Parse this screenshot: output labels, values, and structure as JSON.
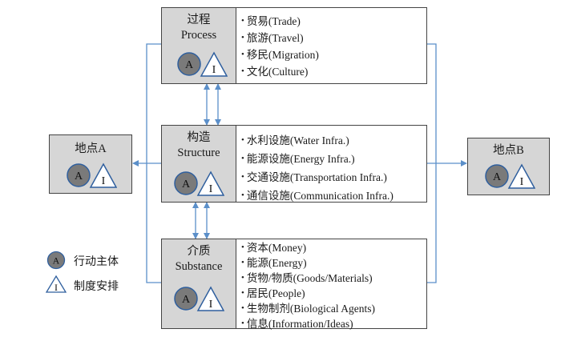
{
  "process": {
    "title_cn": "过程",
    "title_en": "Process",
    "items": [
      "贸易(Trade)",
      "旅游(Travel)",
      "移民(Migration)",
      "文化(Culture)"
    ]
  },
  "structure": {
    "title_cn": "构造",
    "title_en": "Structure",
    "items": [
      "水利设施(Water Infra.)",
      "能源设施(Energy Infra.)",
      "交通设施(Transportation Infra.)",
      "通信设施(Communication Infra.)"
    ]
  },
  "substance": {
    "title_cn": "介质",
    "title_en": "Substance",
    "items": [
      "资本(Money)",
      "能源(Energy)",
      "货物/物质(Goods/Materials)",
      "居民(People)",
      "生物制剂(Biological Agents)",
      "信息(Information/Ideas)"
    ]
  },
  "place_a": {
    "title": "地点A"
  },
  "place_b": {
    "title": "地点B"
  },
  "symbols": {
    "actor": "A",
    "institution": "I"
  },
  "legend": {
    "actor_label": "行动主体",
    "institution_label": "制度安排"
  },
  "colors": {
    "gray_fill": "#d6d6d6",
    "circle_fill": "#7a7a7a",
    "circle_stroke": "#2f5f9e",
    "arrow": "#5b8fc9",
    "border": "#444444"
  }
}
